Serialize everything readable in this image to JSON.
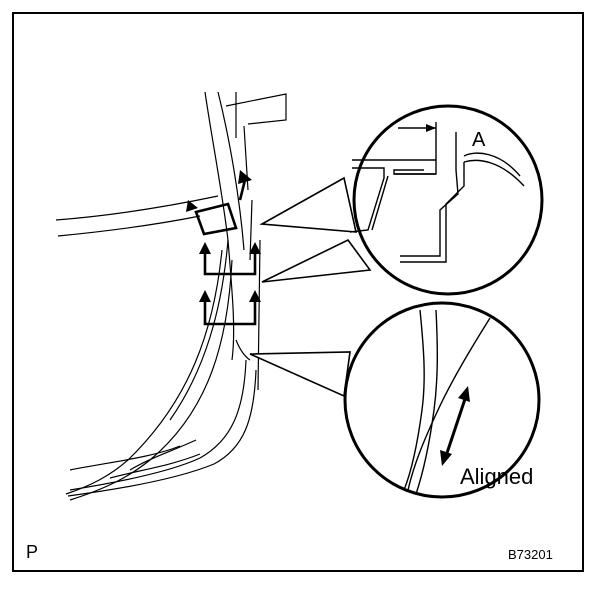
{
  "labels": {
    "dimension": "A",
    "aligned": "Aligned",
    "corner_code": "P",
    "figure_id": "B73201"
  },
  "colors": {
    "ink": "#000000",
    "paper": "#ffffff"
  }
}
